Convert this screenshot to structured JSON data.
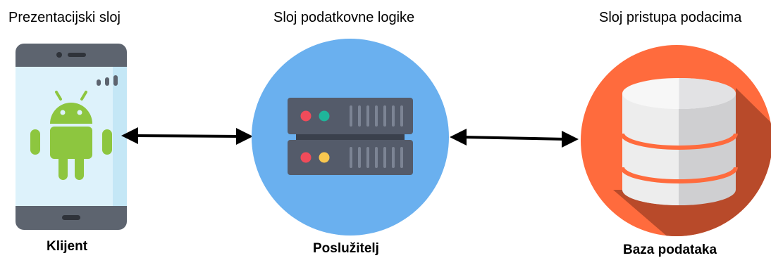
{
  "layers": {
    "presentation": "Prezentacijski sloj",
    "logic": "Sloj podatkovne logike",
    "data_access": "Sloj pristupa podacima"
  },
  "nodes": {
    "client": {
      "label": "Klijent",
      "icon": "android-phone-icon"
    },
    "server": {
      "label": "Poslužitelj",
      "icon": "server-rack-icon"
    },
    "database": {
      "label": "Baza podataka",
      "icon": "database-icon"
    }
  },
  "colors": {
    "server_circle": "#6AB0EF",
    "database_circle": "#FF6B3D",
    "database_shadow": "#B84A2A",
    "phone_body": "#5D646F",
    "phone_screen": "#DDF2FB",
    "android_green": "#8DC63F",
    "server_unit": "#545B6A",
    "arrow": "#000000"
  },
  "connections": [
    {
      "from": "client",
      "to": "server",
      "bidirectional": true
    },
    {
      "from": "server",
      "to": "database",
      "bidirectional": true
    }
  ]
}
